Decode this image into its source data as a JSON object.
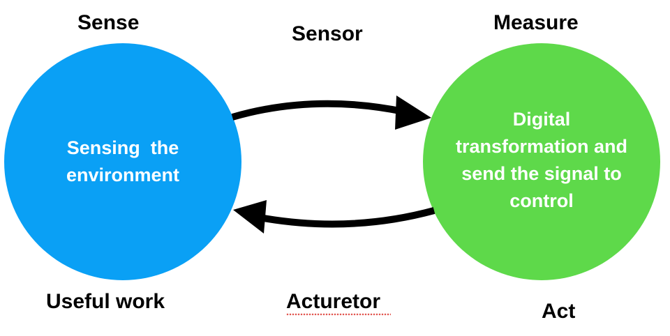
{
  "labels": {
    "sense": "Sense",
    "sensor": "Sensor",
    "measure": "Measure",
    "useful_work": "Useful work",
    "acturetor": "Acturetor",
    "act": "Act"
  },
  "nodes": {
    "left": {
      "lines": [
        "Sensing  the",
        "environment"
      ],
      "color": "#0aa0f5"
    },
    "right": {
      "lines": [
        "Digital",
        "transformation and",
        "send the signal to",
        "control"
      ],
      "color": "#5ed94a"
    }
  },
  "arrows": {
    "color": "#000000"
  }
}
